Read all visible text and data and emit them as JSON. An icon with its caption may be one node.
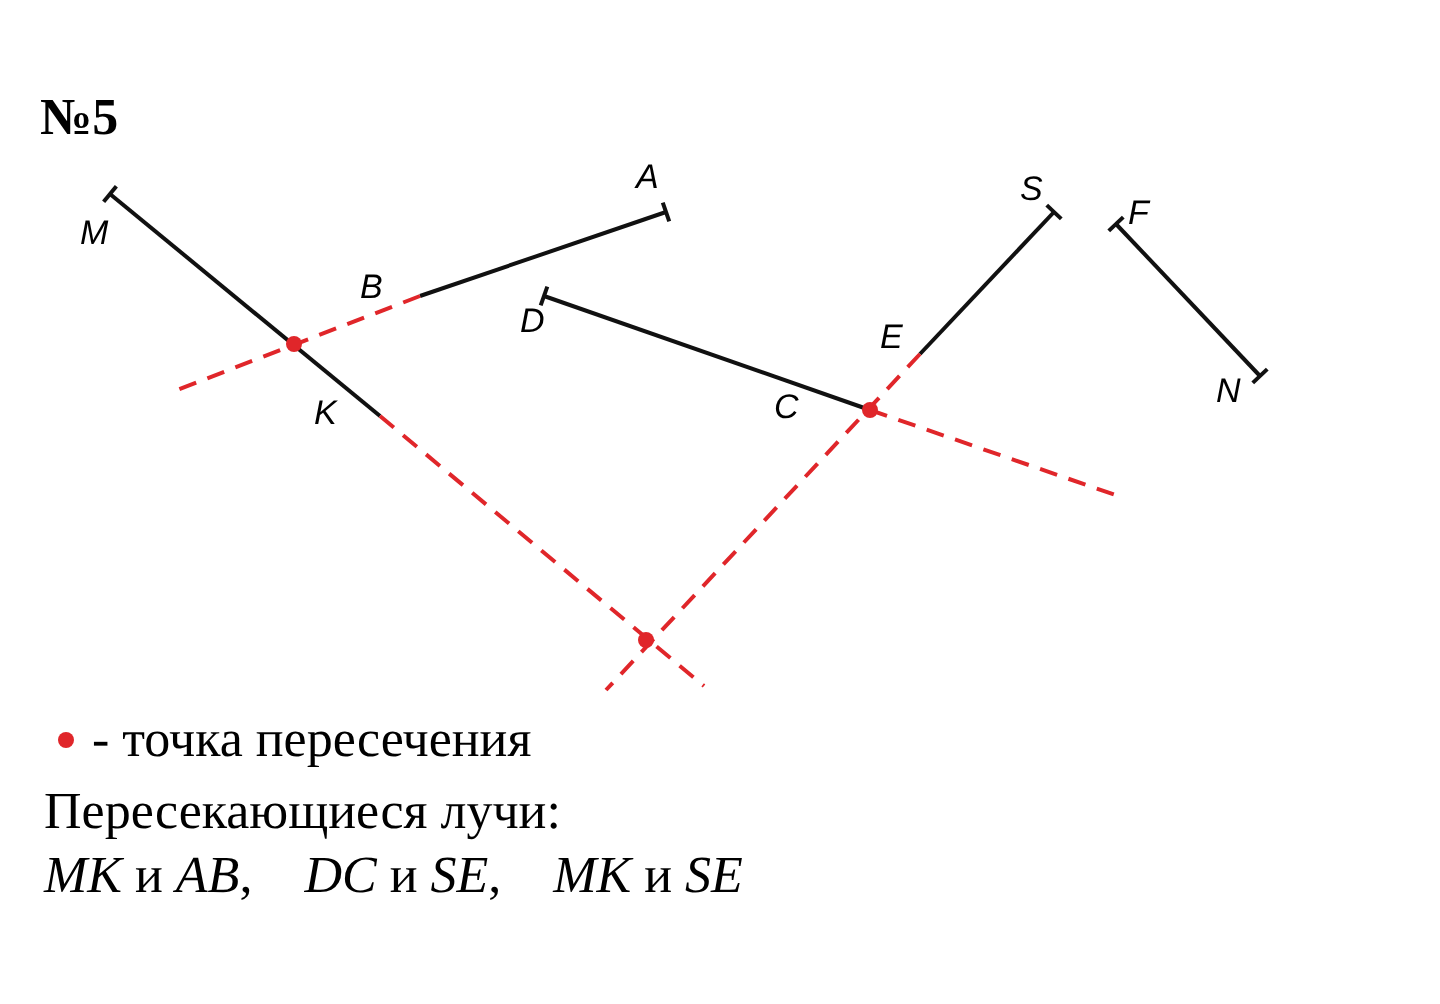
{
  "diagram": {
    "title": "№5",
    "labels": [
      "M",
      "A",
      "B",
      "D",
      "S",
      "F",
      "E",
      "K",
      "C",
      "N",
      "Пересекающиеся лучи:",
      "*MK* и *AB*,    *DC* и *SE*,    *MK* и *SE*"
    ],
    "legend": [
      {
        "text": "- точка пересечения",
        "color": "#e0262a"
      }
    ]
  }
}
